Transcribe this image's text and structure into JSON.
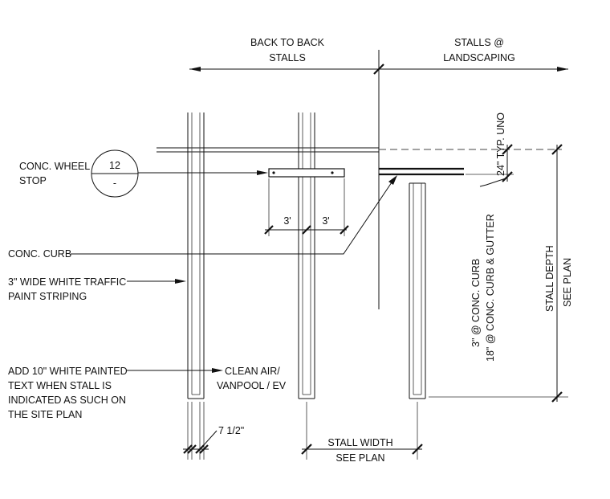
{
  "labels": {
    "back_to_back_1": "BACK TO BACK",
    "back_to_back_2": "STALLS",
    "landscaping_1": "STALLS @",
    "landscaping_2": "LANDSCAPING",
    "wheel_stop_1": "CONC. WHEEL",
    "wheel_stop_2": "STOP",
    "detail_num": "12",
    "detail_sheet": "-",
    "conc_curb": "CONC. CURB",
    "striping_1": "3\" WIDE WHITE TRAFFIC",
    "striping_2": "PAINT STRIPING",
    "painted_text_1": "ADD 10\" WHITE PAINTED",
    "painted_text_2": "TEXT WHEN STALL IS",
    "painted_text_3": "INDICATED AS SUCH ON",
    "painted_text_4": "THE SITE PLAN",
    "clean_air_1": "CLEAN AIR/",
    "clean_air_2": "VANPOOL / EV",
    "dim_3ft_left": "3'",
    "dim_3ft_right": "3'",
    "dim_7half": "7 1/2\"",
    "stall_width_1": "STALL WIDTH",
    "stall_width_2": "SEE PLAN",
    "typ_uno": "24\" TYP. UNO",
    "curb_note_1": "3\" @ CONC. CURB",
    "curb_note_2": "18\" @ CONC. CURB & GUTTER",
    "stall_depth_1": "STALL DEPTH",
    "stall_depth_2": "SEE PLAN"
  }
}
